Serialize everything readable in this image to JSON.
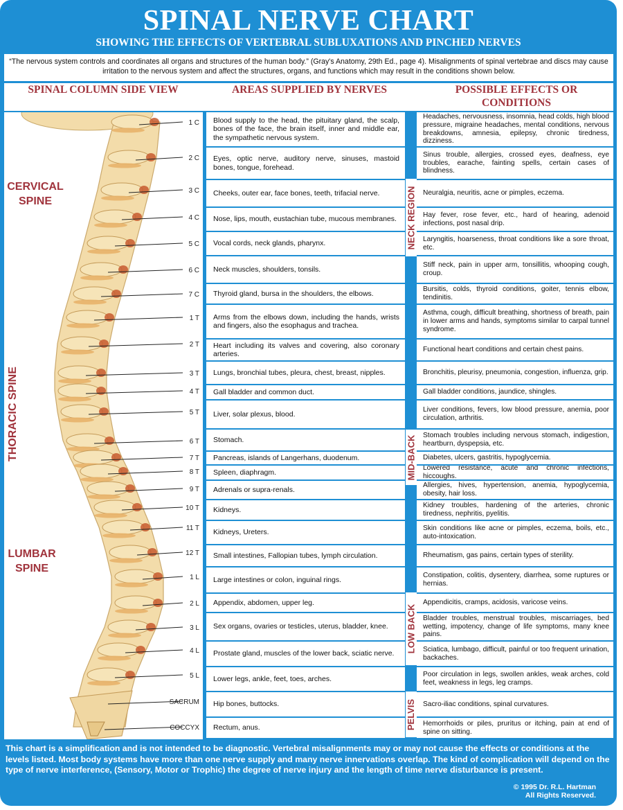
{
  "title": "SPINAL NERVE CHART",
  "subtitle": "SHOWING THE EFFECTS OF VERTEBRAL SUBLUXATIONS AND PINCHED NERVES",
  "intro": "“The nervous system controls and coordinates all organs and structures of the human body.” (Gray's Anatomy, 29th Ed., page 4). Misalignments of spinal vertebrae and discs may cause irritation to the nervous system and affect the structures, organs, and functions which may result in the conditions shown below.",
  "headers": {
    "col1": "SPINAL COLUMN SIDE VIEW",
    "col2": "AREAS SUPPLIED BY NERVES",
    "col3": "POSSIBLE EFFECTS OR CONDITIONS"
  },
  "regions": {
    "cervical": "CERVICAL SPINE",
    "thoracic": "THORACIC SPINE",
    "lumbar": "LUMBAR SPINE"
  },
  "zones": [
    "NECK REGION",
    "MID-BACK",
    "LOW BACK",
    "PELVIS"
  ],
  "rows": [
    {
      "level": "1 C",
      "areas": "Blood supply to the head, the pituitary gland, the scalp, bones of the face, the brain itself, inner and middle ear, the sympathetic nervous system.",
      "effects": "Headaches, nervousness, insomnia, head colds, high blood pressure, migraine headaches, mental conditions, nervous breakdowns, amnesia, epilepsy, chronic tiredness, dizziness."
    },
    {
      "level": "2 C",
      "areas": "Eyes, optic nerve, auditory nerve, sinuses, mastoid bones, tongue, forehead.",
      "effects": "Sinus trouble, allergies, crossed eyes, deafness, eye troubles, earache, fainting spells, certain cases of blindness."
    },
    {
      "level": "3 C",
      "areas": "Cheeks, outer ear, face bones, teeth, trifacial nerve.",
      "effects": "Neuralgia, neuritis, acne or pimples, eczema."
    },
    {
      "level": "4 C",
      "areas": "Nose, lips, mouth, eustachian tube, mucous membranes.",
      "effects": "Hay fever, rose fever, etc., hard of hearing, adenoid infections, post nasal drip."
    },
    {
      "level": "5 C",
      "areas": "Vocal cords, neck glands, pharynx.",
      "effects": "Laryngitis, hoarseness, throat conditions like a sore throat, etc."
    },
    {
      "level": "6 C",
      "areas": "Neck muscles, shoulders, tonsils.",
      "effects": "Stiff neck, pain in upper arm, tonsillitis, whooping cough, croup."
    },
    {
      "level": "7 C",
      "areas": "Thyroid gland, bursa in the shoulders, the elbows.",
      "effects": "Bursitis, colds, thyroid conditions, goiter, tennis elbow, tendinitis."
    },
    {
      "level": "1 T",
      "areas": "Arms from the elbows down, including the hands, wrists and fingers, also the esophagus and trachea.",
      "effects": "Asthma, cough, difficult breathing, shortness of breath, pain in lower arms and hands, symptoms similar to carpal tunnel syndrome."
    },
    {
      "level": "2 T",
      "areas": "Heart including its valves and covering, also coronary arteries.",
      "effects": "Functional heart conditions and certain chest pains."
    },
    {
      "level": "3 T",
      "areas": "Lungs, bronchial tubes, pleura, chest, breast, nipples.",
      "effects": "Bronchitis, pleurisy, pneumonia, congestion, influenza, grip."
    },
    {
      "level": "4 T",
      "areas": "Gall bladder and common duct.",
      "effects": "Gall bladder conditions, jaundice, shingles."
    },
    {
      "level": "5 T",
      "areas": "Liver, solar plexus, blood.",
      "effects": "Liver conditions, fevers, low blood pressure, anemia, poor circulation, arthritis."
    },
    {
      "level": "6 T",
      "areas": "Stomach.",
      "effects": "Stomach troubles including nervous stomach, indigestion, heartburn, dyspepsia, etc."
    },
    {
      "level": "7 T",
      "areas": "Pancreas, islands of Langerhans, duodenum.",
      "effects": "Diabetes, ulcers, gastritis, hypoglycemia."
    },
    {
      "level": "8 T",
      "areas": "Spleen, diaphragm.",
      "effects": "Lowered resistance, acute and chronic infections, hiccoughs."
    },
    {
      "level": "9 T",
      "areas": "Adrenals or supra-renals.",
      "effects": "Allergies, hives, hypertension, anemia, hypoglycemia, obesity, hair loss."
    },
    {
      "level": "10 T",
      "areas": "Kidneys.",
      "effects": "Kidney troubles, hardening of the arteries, chronic tiredness, nephritis, pyelitis."
    },
    {
      "level": "11 T",
      "areas": "Kidneys, Ureters.",
      "effects": "Skin conditions like acne or pimples, eczema, boils, etc., auto-intoxication."
    },
    {
      "level": "12 T",
      "areas": "Small intestines, Fallopian tubes, lymph circulation.",
      "effects": "Rheumatism, gas pains, certain types of sterility."
    },
    {
      "level": "1 L",
      "areas": "Large intestines or colon, inguinal rings.",
      "effects": "Constipation, colitis, dysentery, diarrhea, some ruptures or hernias."
    },
    {
      "level": "2 L",
      "areas": "Appendix, abdomen, upper leg.",
      "effects": "Appendicitis, cramps, acidosis, varicose veins."
    },
    {
      "level": "3 L",
      "areas": "Sex organs, ovaries or testicles, uterus, bladder, knee.",
      "effects": "Bladder troubles, menstrual troubles, miscarriages, bed wetting, impotency, change of life symptoms, many knee pains."
    },
    {
      "level": "4 L",
      "areas": "Prostate gland, muscles of the lower back, sciatic nerve.",
      "effects": "Sciatica, lumbago, difficult, painful or too frequent urination, backaches."
    },
    {
      "level": "5 L",
      "areas": "Lower legs, ankle, feet, toes, arches.",
      "effects": "Poor circulation in legs, swollen ankles, weak arches, cold feet, weakness in legs, leg cramps."
    },
    {
      "level": "SACRUM",
      "areas": "Hip bones, buttocks.",
      "effects": "Sacro-iliac conditions, spinal curvatures."
    },
    {
      "level": "COCCYX",
      "areas": "Rectum, anus.",
      "effects": "Hemorrhoids or piles, pruritus or itching, pain at end of spine on sitting."
    }
  ],
  "footer": "This chart is a simplification and is not intended to be diagnostic. Vertebral misalignments may or may not cause the effects or conditions at the levels listed. Most body systems have more than one nerve supply and many nerve innervations overlap. The kind of complication will depend on the type of nerve interference, (Sensory, Motor or Trophic) the degree of nerve injury and the length of time nerve disturbance is present.",
  "copyright": [
    "© 1995 Dr. R.L. Hartman",
    "All Rights Reserved."
  ],
  "colors": {
    "frame": "#1e8fd4",
    "heading": "#a0333c",
    "bone": "#f3dcaa",
    "disc": "#c75a2f"
  }
}
